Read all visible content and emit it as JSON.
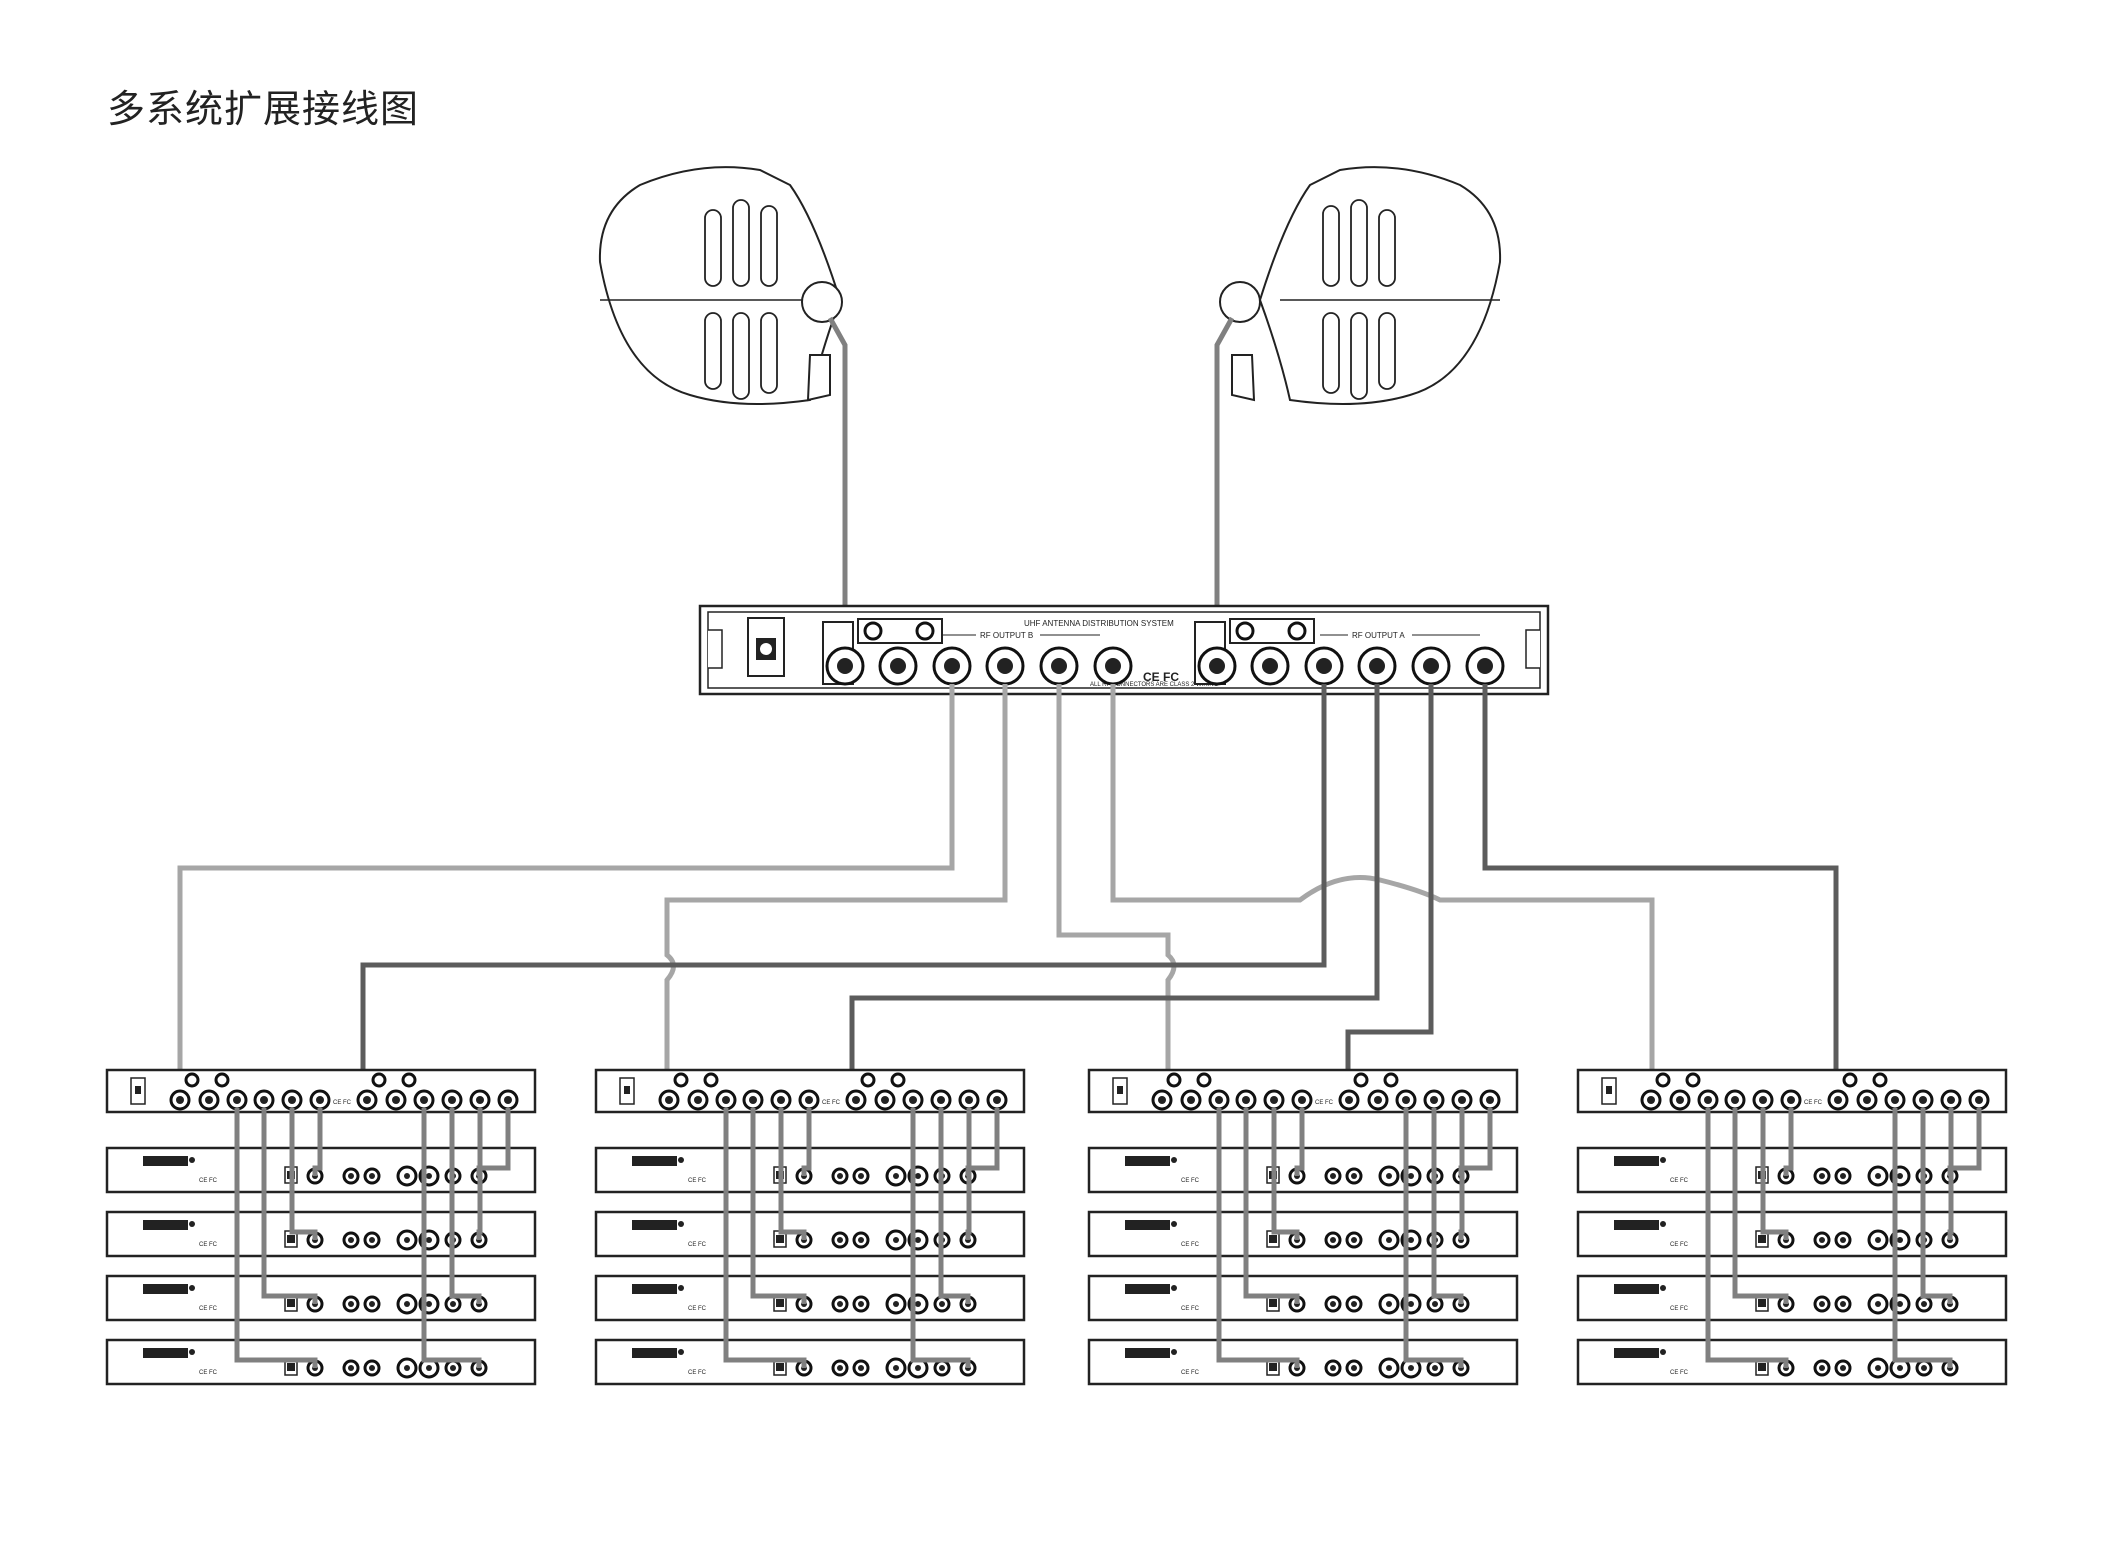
{
  "title": "多系统扩展接线图",
  "main_distributor": {
    "header_text": "UHF ANTENNA DISTRIBUTION SYSTEM",
    "sub_text": "ALL RF CONNECTORS ARE CLASS 2 WIRING",
    "output_b_label": "RF OUTPUT B",
    "output_a_label": "RF OUTPUT A",
    "marks": "CE FC"
  },
  "receiver": {
    "marks": "CE FC"
  },
  "colors": {
    "cable_light": "#a6a6a6",
    "cable_dark": "#5c5c5c",
    "cable_mid": "#808080",
    "outline": "#222222"
  }
}
